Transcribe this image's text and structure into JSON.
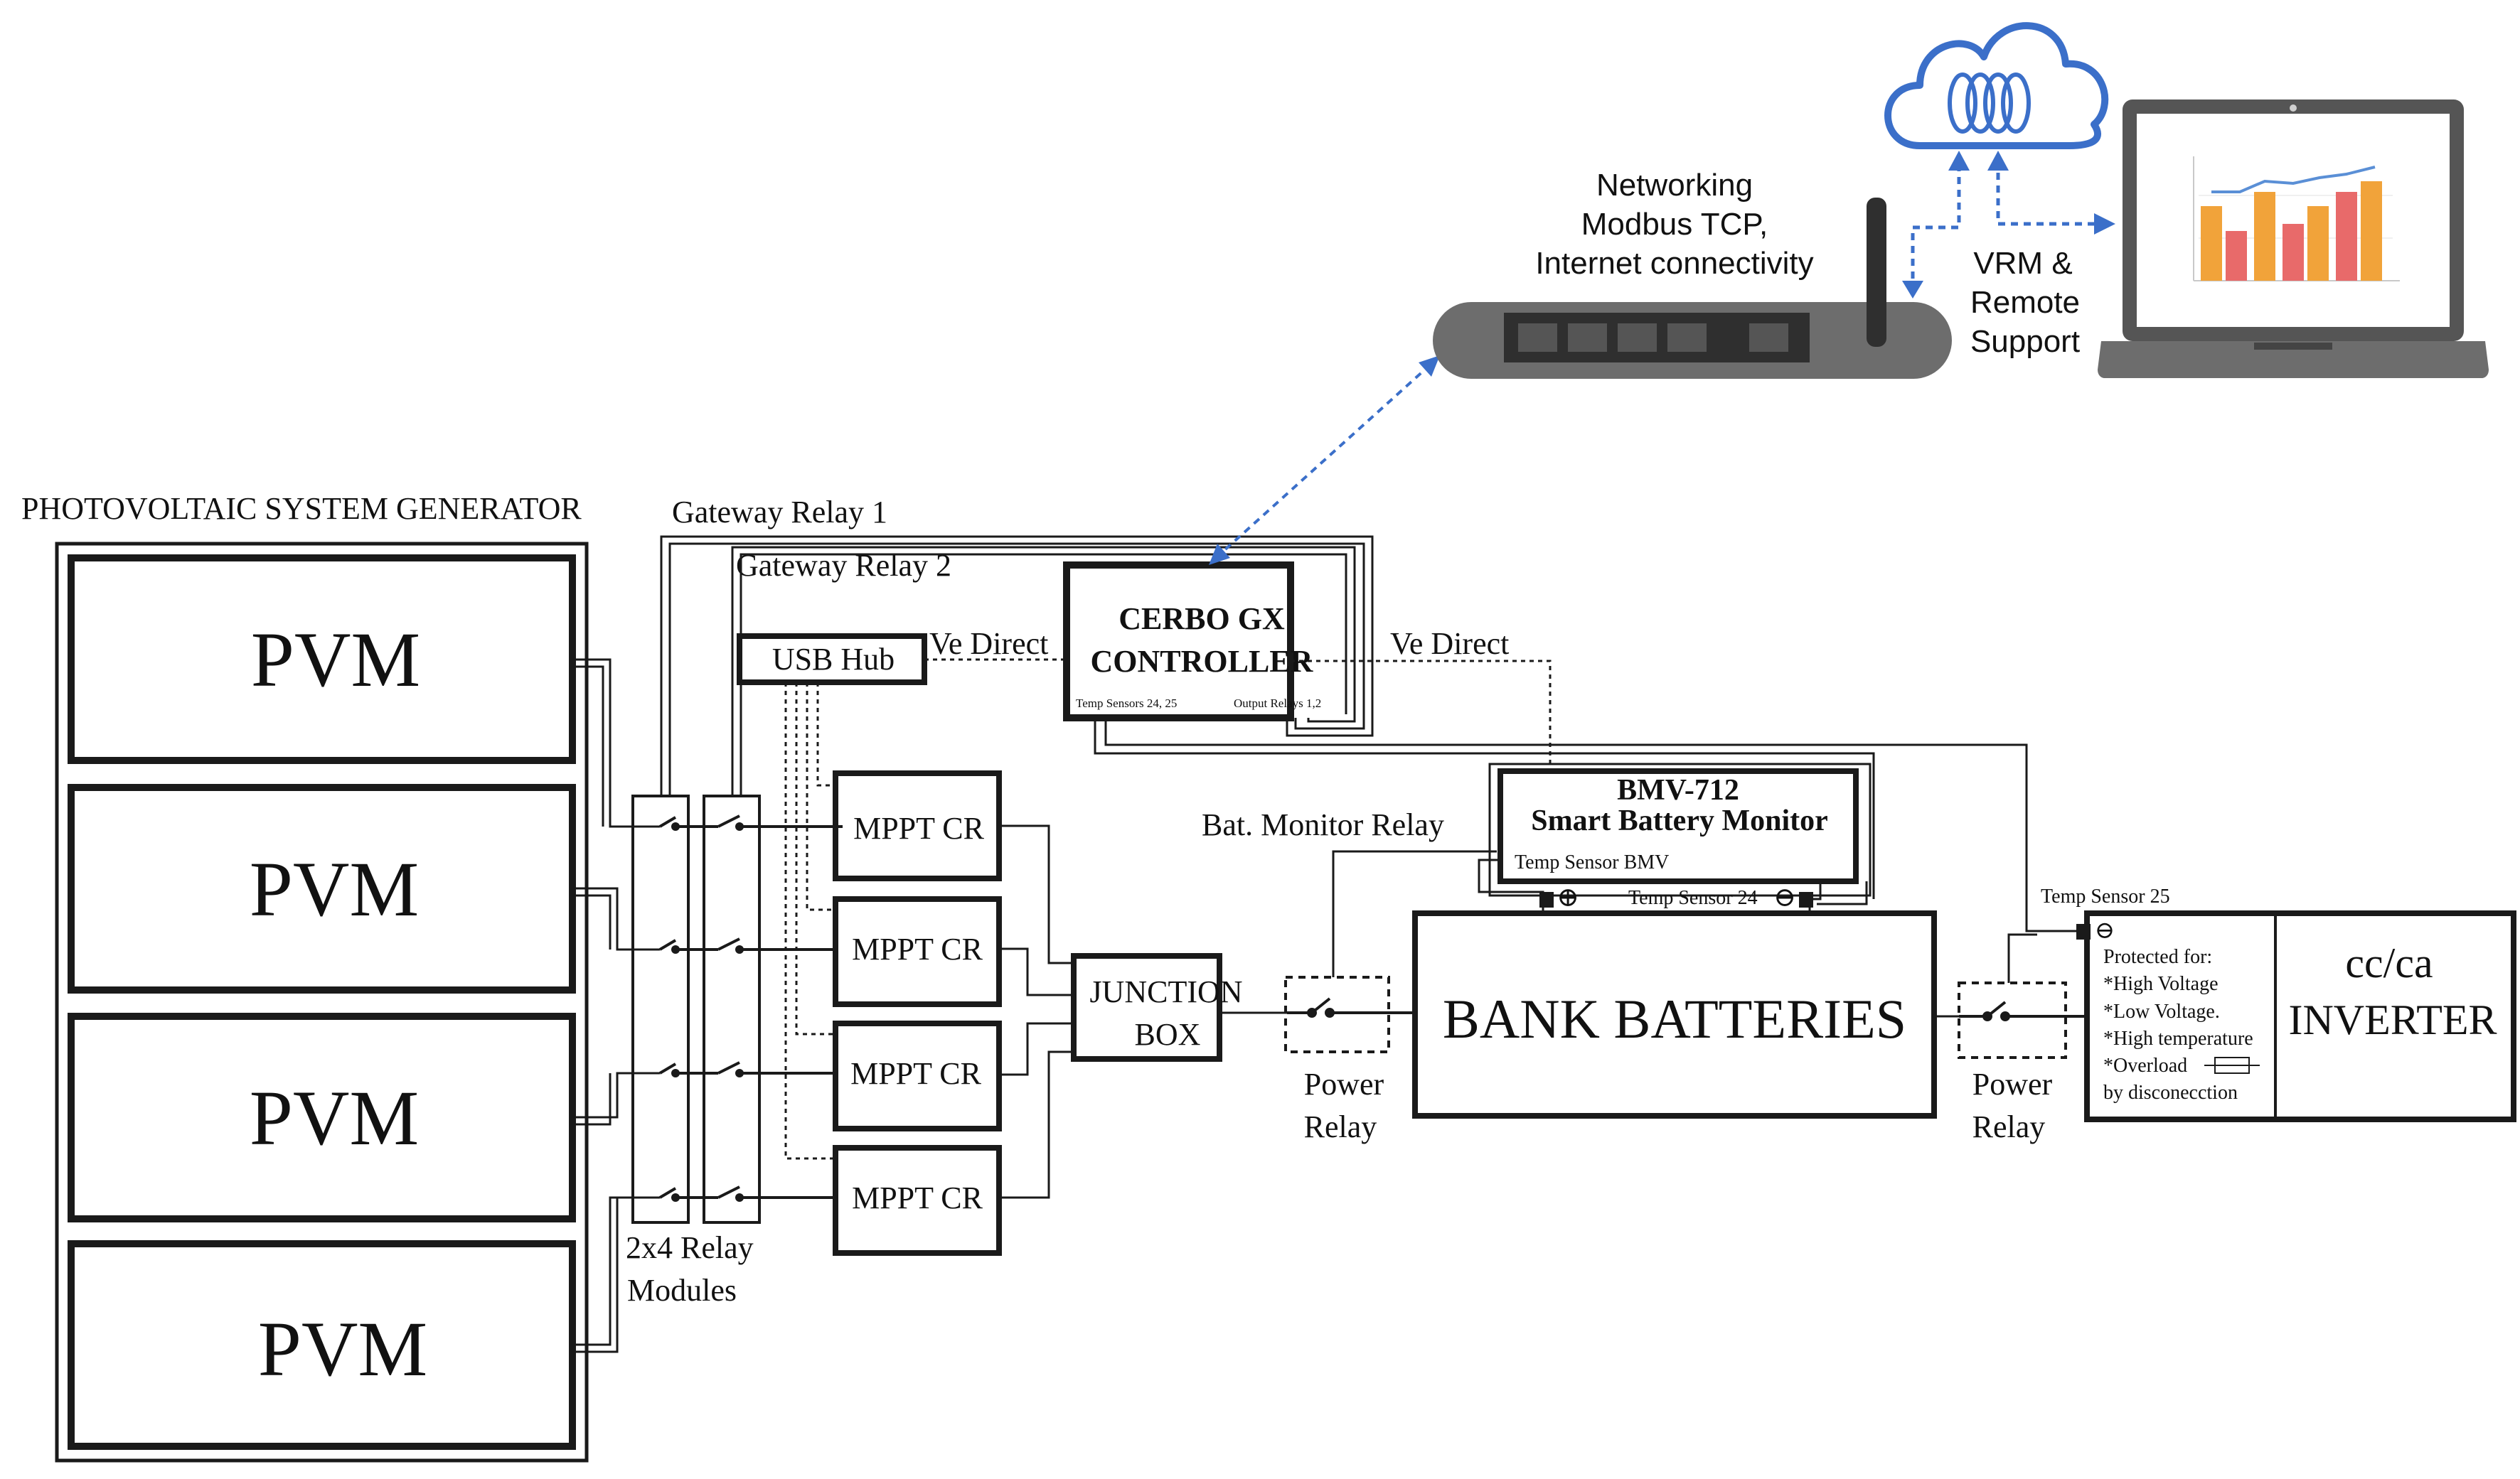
{
  "pv_generator": {
    "title": "PHOTOVOLTAIC SYSTEM GENERATOR",
    "modules": [
      "PVM",
      "PVM",
      "PVM",
      "PVM"
    ]
  },
  "relays": {
    "gateway_relay_1": "Gateway Relay 1",
    "gateway_relay_2": "Gateway Relay 2",
    "relay_modules_line1": "2x4 Relay",
    "relay_modules_line2": "Modules",
    "bat_monitor_relay": "Bat. Monitor Relay",
    "power_relay_1_line1": "Power",
    "power_relay_1_line2": "Relay",
    "power_relay_2_line1": "Power",
    "power_relay_2_line2": "Relay"
  },
  "usb_hub": "USB Hub",
  "ve_direct_left": "Ve Direct",
  "ve_direct_right": "Ve Direct",
  "cerbo": {
    "line1": "CERBO GX",
    "line2": "CONTROLLER",
    "temp_sensors": "Temp Sensors 24, 25",
    "output_relays": "Output Relays 1,2"
  },
  "mppt": [
    "MPPT CR",
    "MPPT CR",
    "MPPT CR",
    "MPPT CR"
  ],
  "junction_box": {
    "line1": "JUNCTION",
    "line2": "BOX"
  },
  "bmv": {
    "line1": "BMV-712",
    "line2": "Smart Battery Monitor",
    "temp_sensor_bmv": "Temp Sensor BMV",
    "temp_sensor_24": "Temp Sensor 24",
    "plus_symbol": "⊕",
    "minus_symbol": "⊖"
  },
  "battery_bank": "BANK BATTERIES",
  "inverter": {
    "temp_sensor_25": "Temp Sensor 25",
    "minus_symbol": "⊖",
    "protected_for": "Protected for:",
    "items": [
      "*High Voltage",
      "*Low Voltage.",
      "*High temperature",
      "*Overload"
    ],
    "disconnection": "by disconecction",
    "title_line1": "cc/ca",
    "title_line2": "INVERTER"
  },
  "networking": {
    "line1": "Networking",
    "line2": "Modbus TCP,",
    "line3": "Internet connectivity"
  },
  "vrm": {
    "line1": "VRM &",
    "line2": "Remote",
    "line3": "Support"
  },
  "colors": {
    "line": "#1a1a1a",
    "network_blue": "#3b6fc9",
    "router_gray": "#6d6d6d",
    "router_dark": "#2f2f2f",
    "laptop_frame": "#555555",
    "bar_orange": "#f1a33a",
    "bar_pink": "#e86a6a",
    "trend_line": "#5a8fd6"
  }
}
